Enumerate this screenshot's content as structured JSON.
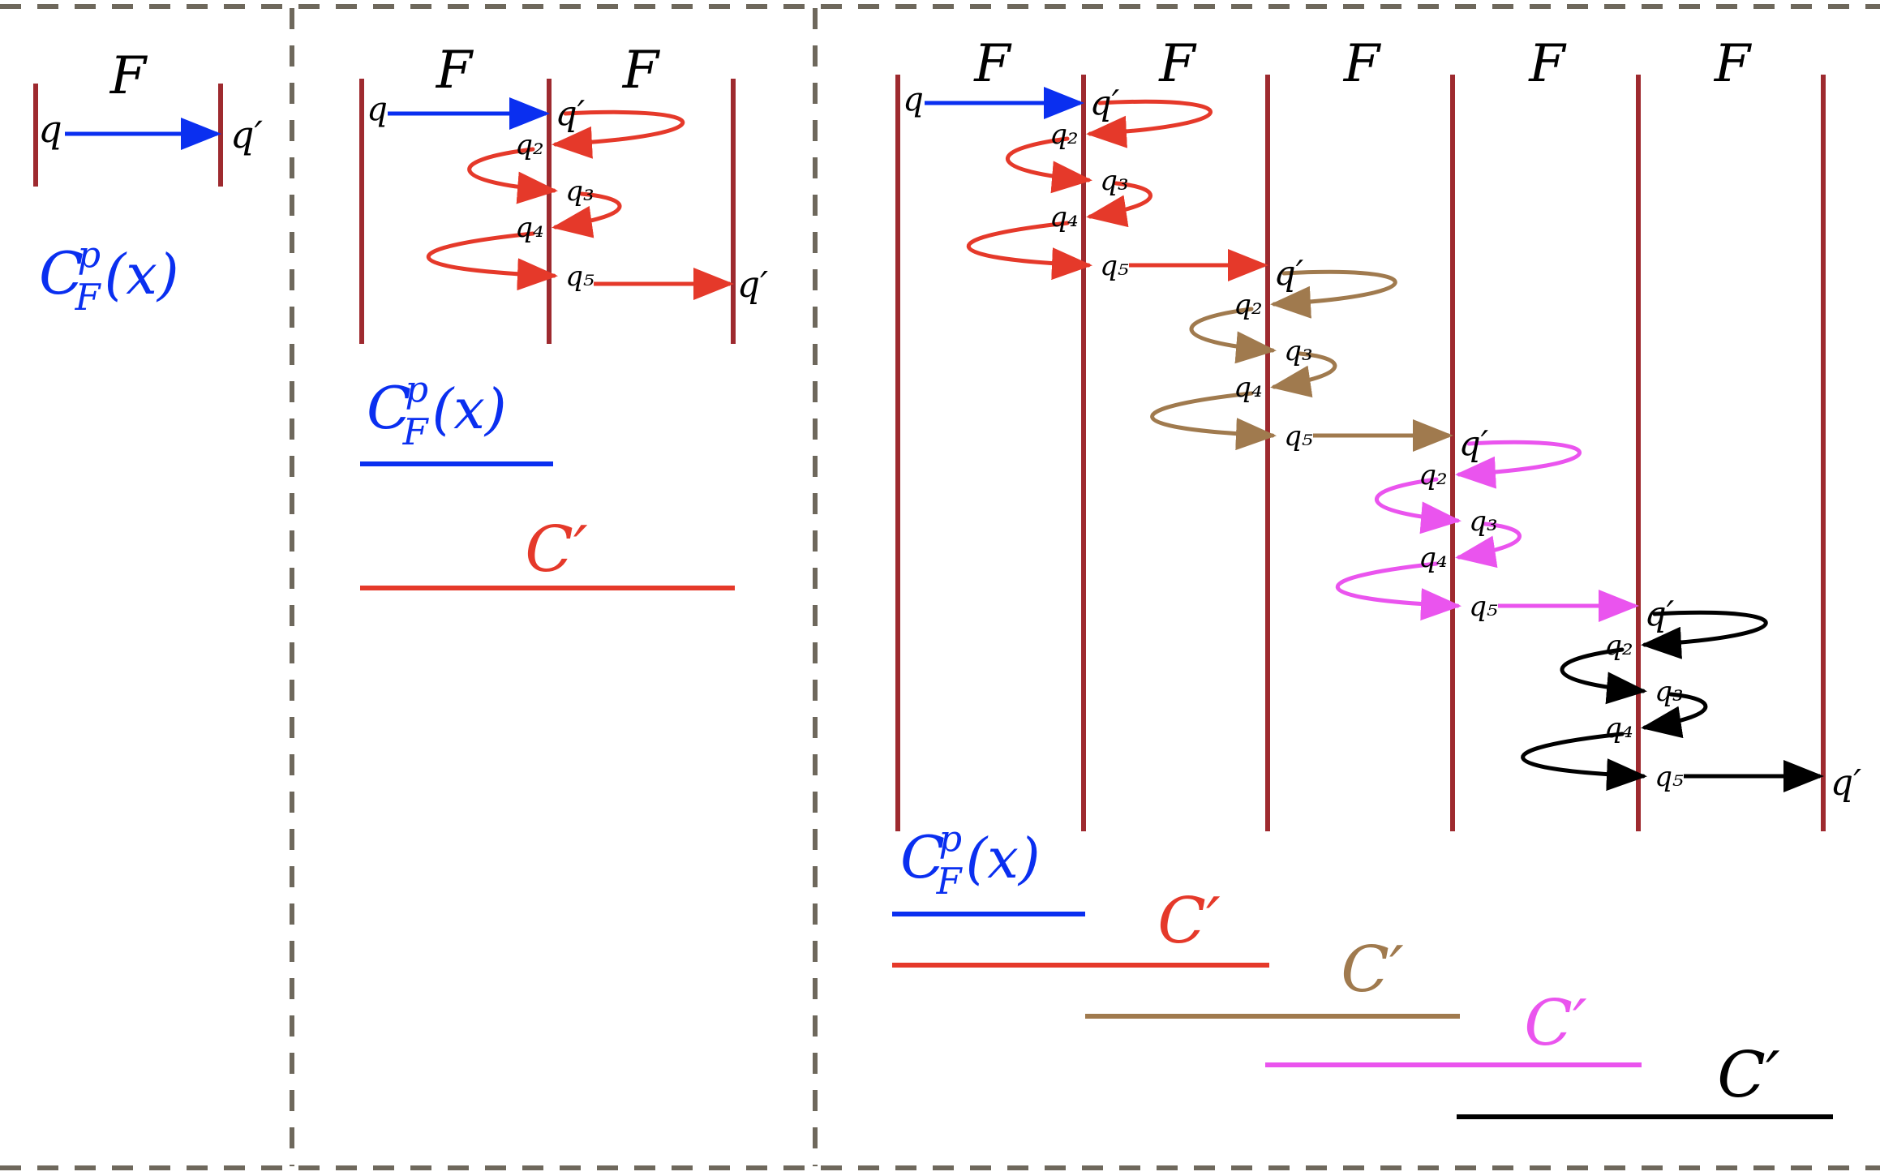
{
  "colors": {
    "frame_dash": "#6e685c",
    "boundary": "#9e2a2f",
    "blue": "#0a2ff0",
    "red": "#e5392a",
    "brown": "#a07a4e",
    "magenta": "#ea54ee",
    "black": "#000000"
  },
  "labels": {
    "F": "F",
    "q": "q",
    "q_prime": "q′",
    "q2": "q₂",
    "q3": "q₃",
    "q4": "q₄",
    "q5": "q₅",
    "C_prime": "C′",
    "C": "C",
    "sup_p": "p",
    "sub_F": "F",
    "x_arg": "(x)"
  },
  "panels": [
    {
      "name": "single-block",
      "cells": 1
    },
    {
      "name": "two-blocks",
      "cells": 2
    },
    {
      "name": "five-blocks",
      "cells": 5
    }
  ]
}
